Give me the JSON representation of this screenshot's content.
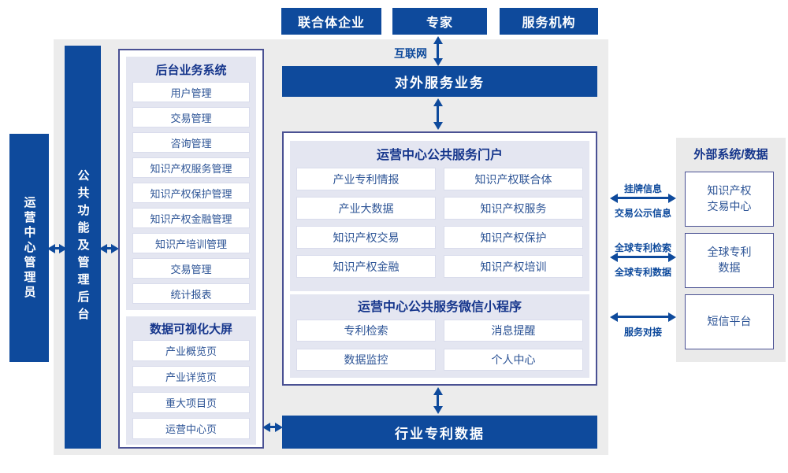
{
  "colors": {
    "primary_blue": "#0e4a9c",
    "panel_gray": "#ececec",
    "section_lavender": "#e4e6f1",
    "container_border": "#4a5193",
    "item_text_blue": "#2d5496"
  },
  "top_actors": [
    "联合体企业",
    "专家",
    "服务机构"
  ],
  "internet_label": "互联网",
  "bars": {
    "external_service": "对外服务业务",
    "industry_patent_data": "行业专利数据"
  },
  "left": {
    "operator": "运营中心管理员",
    "backend_bar": "公共功能及管理后台",
    "backend_system": {
      "title": "后台业务系统",
      "items": [
        "用户管理",
        "交易管理",
        "咨询管理",
        "知识产权服务管理",
        "知识产权保护管理",
        "知识产权金融管理",
        "知识产培训管理",
        "交易管理",
        "统计报表"
      ]
    },
    "dashboard": {
      "title": "数据可视化大屏",
      "items": [
        "产业概览页",
        "产业详览页",
        "重大项目页",
        "运营中心页"
      ]
    }
  },
  "center": {
    "portal": {
      "title": "运营中心公共服务门户",
      "items": [
        "产业专利情报",
        "知识产权联合体",
        "产业大数据",
        "知识产权服务",
        "知识产权交易",
        "知识产权保护",
        "知识产权金融",
        "知识产权培训"
      ]
    },
    "miniprogram": {
      "title": "运营中心公共服务微信小程序",
      "items": [
        "专利检索",
        "消息提醒",
        "数据监控",
        "个人中心"
      ]
    }
  },
  "right": {
    "title": "外部系统/数据",
    "systems": [
      "知识产权\n交易中心",
      "全球专利\n数据",
      "短信平台"
    ],
    "links": [
      {
        "top": "挂牌信息",
        "bottom": "交易公示信息"
      },
      {
        "top": "全球专利检索",
        "bottom": "全球专利数据"
      },
      {
        "top": "",
        "bottom": "服务对接"
      }
    ]
  }
}
